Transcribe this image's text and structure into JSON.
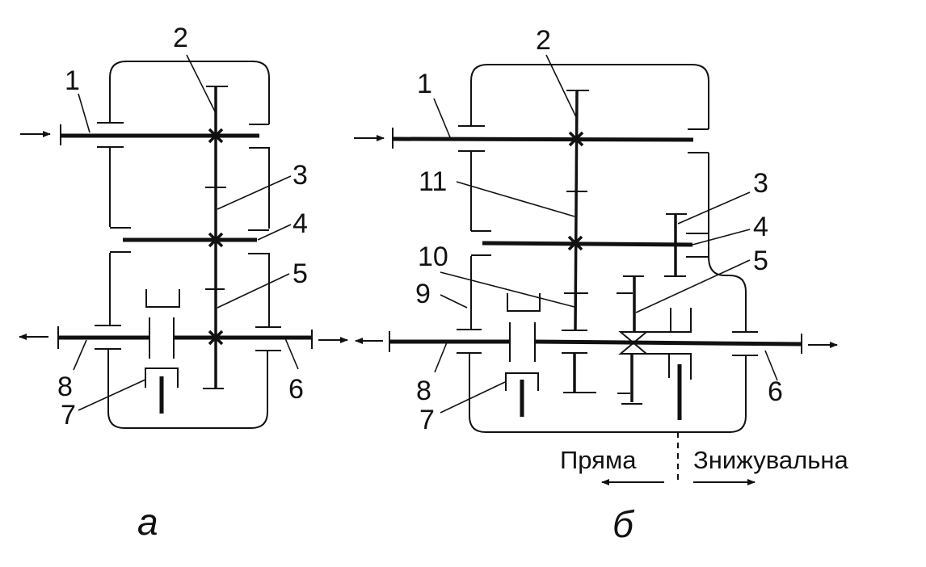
{
  "figure": {
    "diagram_a": {
      "caption": "а",
      "labels": [
        "1",
        "2",
        "3",
        "4",
        "5",
        "6",
        "7",
        "8"
      ]
    },
    "diagram_b": {
      "caption": "б",
      "labels": [
        "1",
        "2",
        "3",
        "4",
        "5",
        "6",
        "7",
        "8",
        "9",
        "10",
        "11"
      ],
      "mode_direct": "Пряма",
      "mode_reduction": "Знижувальна"
    },
    "icons": {
      "input_arrow": "arrow-right-icon",
      "output_arrow_left": "arrow-left-icon",
      "output_arrow_right": "arrow-right-icon"
    },
    "ink_color": "#111111"
  }
}
